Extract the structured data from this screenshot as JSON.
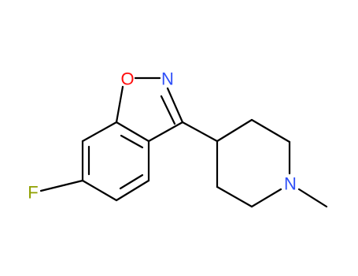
{
  "molecule": {
    "atoms": {
      "oxygen": {
        "label": "O",
        "color": "#ff0d0d"
      },
      "ring_nitrogen": {
        "label": "N",
        "color": "#3050f8"
      },
      "piperidine_nitrogen": {
        "label": "N",
        "color": "#3050f8"
      },
      "fluorine": {
        "label": "F",
        "color": "#90a000"
      }
    },
    "bond_color": "#000000"
  }
}
